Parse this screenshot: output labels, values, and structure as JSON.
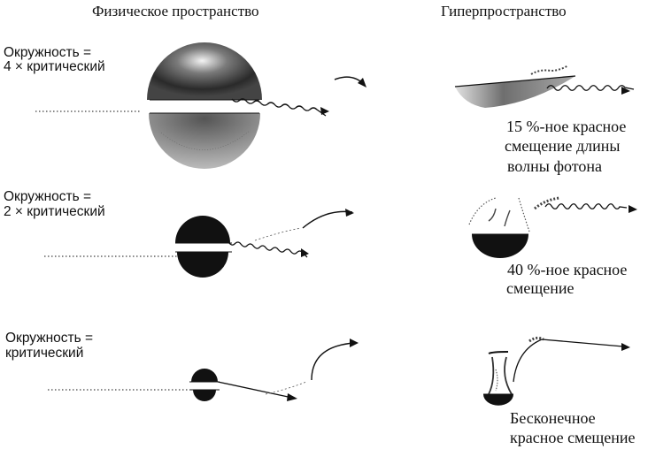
{
  "headers": {
    "physical": "Физическое пространство",
    "hyper": "Гиперпространство"
  },
  "rows": [
    {
      "label_line1": "Окружность =",
      "label_line2": "4 × критический",
      "caption_line1": "15 %-ное красное",
      "caption_line2": "смещение длины",
      "caption_line3": "волны фотона"
    },
    {
      "label_line1": "Окружность =",
      "label_line2": "2 × критический",
      "caption_line1": "40 %-ное красное",
      "caption_line2": "смещение"
    },
    {
      "label_line1": "Окружность =",
      "label_line2": "критический",
      "caption_line1": "Бесконечное",
      "caption_line2": "красное смещение"
    }
  ],
  "colors": {
    "ink": "#111111",
    "background": "#ffffff"
  }
}
